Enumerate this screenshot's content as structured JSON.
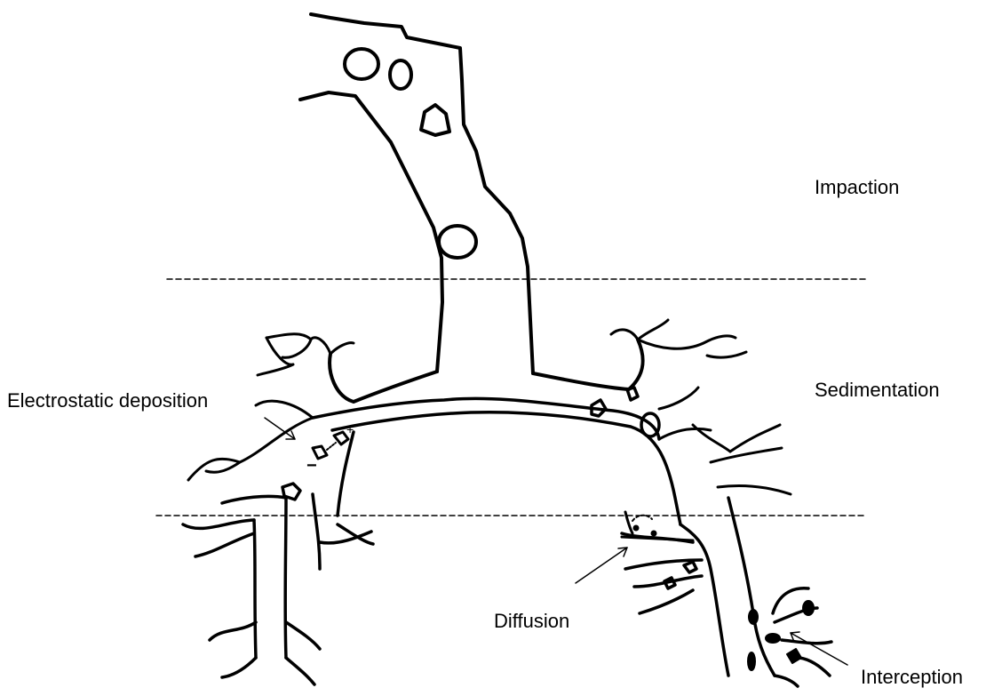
{
  "labels": {
    "impaction": "Impaction",
    "sedimentation": "Sedimentation",
    "electrostatic": "Electrostatic deposition",
    "diffusion": "Diffusion",
    "interception": "Interception"
  },
  "charge_signs": {
    "positive": "+",
    "negative": "−"
  },
  "colors": {
    "ink": "#000000",
    "background": "#ffffff"
  }
}
